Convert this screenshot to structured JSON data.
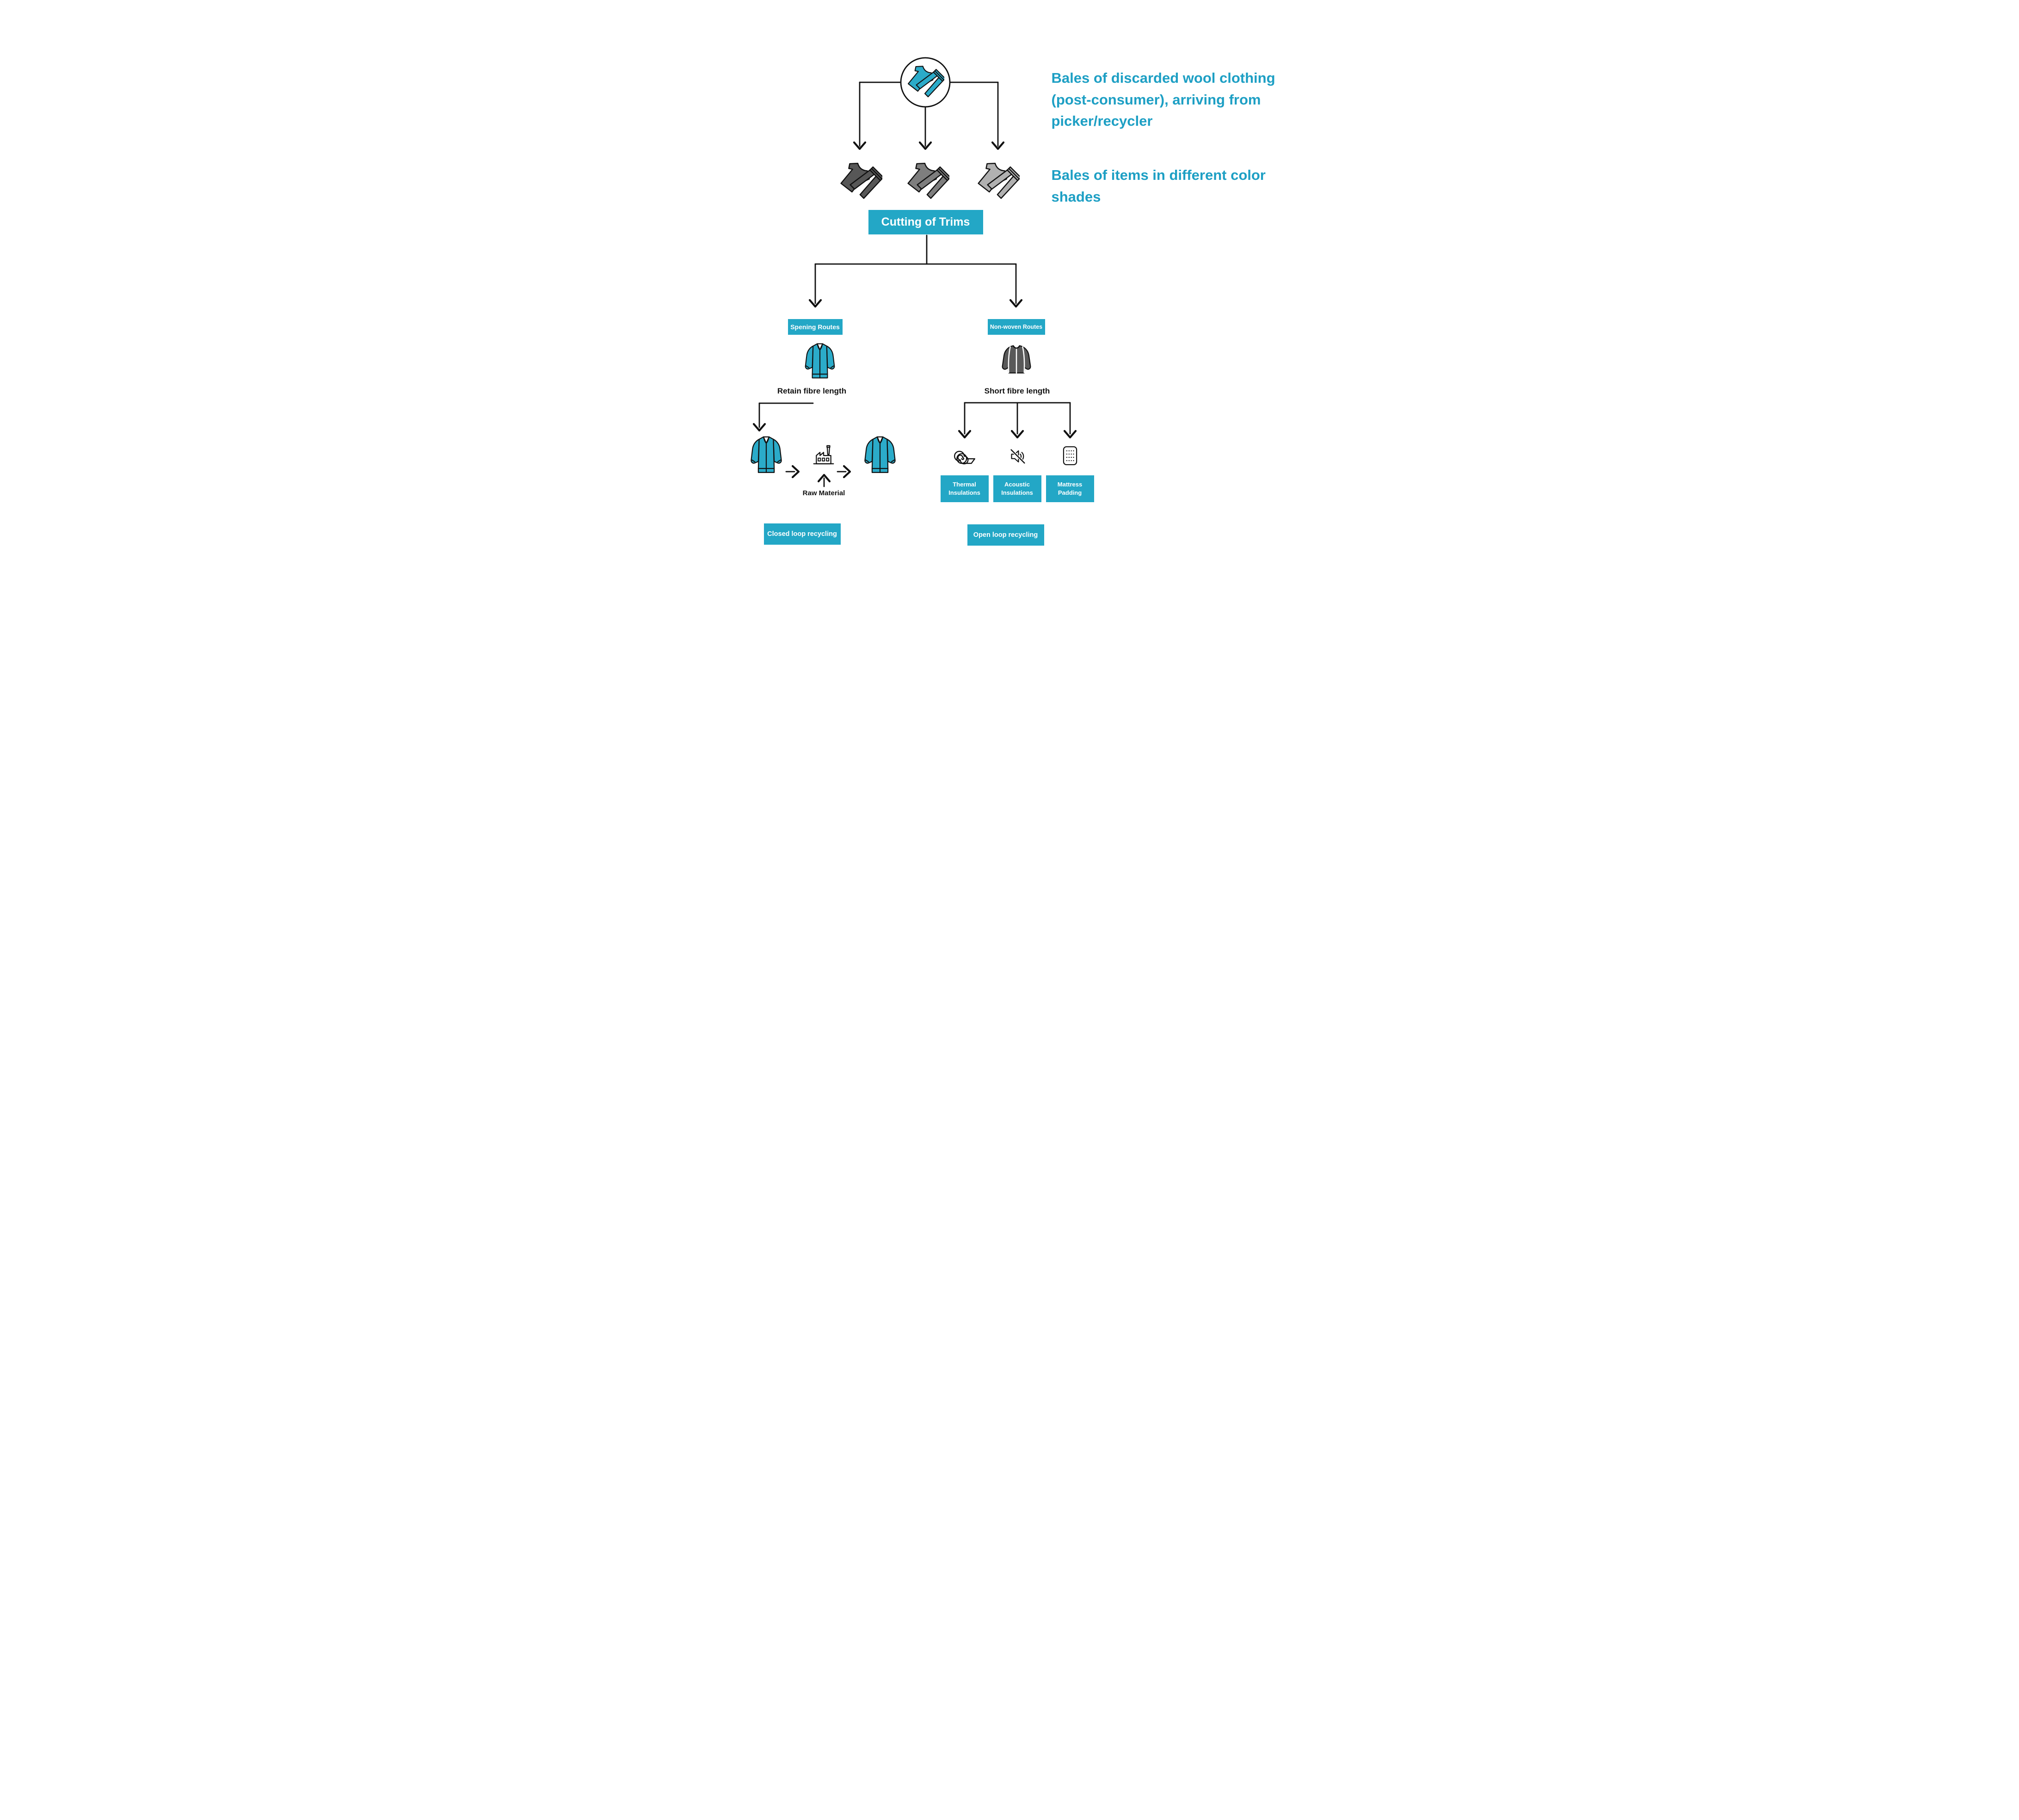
{
  "colors": {
    "accent_box": "#23a7c6",
    "accent_text": "#1d9fc4",
    "clothing_teal": "#2babc9",
    "gray_dark": "#575757",
    "gray_mid": "#7e7e7e",
    "gray_light": "#b1b1b1",
    "jacket_dark": "#595959",
    "line_black": "#111111"
  },
  "annotations": {
    "bales_discarded": "Bales of discarded wool clothing (post-consumer), arriving from picker/recycler",
    "bales_shades": "Bales of items in different color shades"
  },
  "nodes": {
    "cutting_of_trims": "Cutting of Trims",
    "spinning_routes": "Spening Routes",
    "nonwoven_routes": "Non-woven Routes",
    "retain_fibre": "Retain fibre length",
    "short_fibre": "Short fibre length",
    "raw_material": "Raw Material",
    "closed_loop": "Closed loop recycling",
    "open_loop": "Open loop recycling",
    "thermal": "Thermal Insulations",
    "acoustic": "Acoustic Insulations",
    "mattress": "Mattress Padding"
  }
}
